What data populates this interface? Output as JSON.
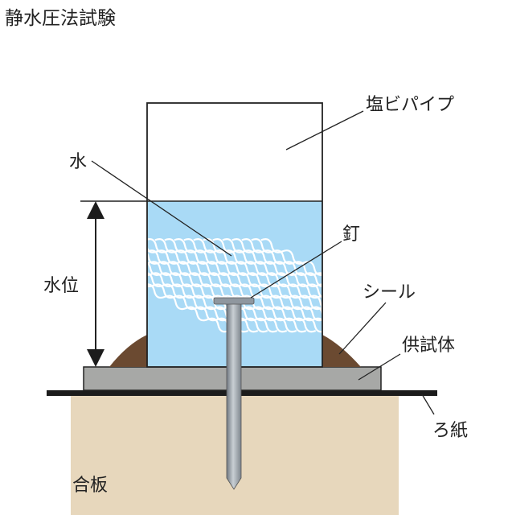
{
  "title": "静水圧法試験",
  "labels": {
    "pipe": "塩ビパイプ",
    "water": "水",
    "nail": "釘",
    "water_level": "水位",
    "seal": "シール",
    "specimen": "供試体",
    "filter_paper": "ろ紙",
    "plywood": "合板"
  },
  "colors": {
    "water": "#a9daf6",
    "wave": "#ffffff",
    "sealant": "#6b4a31",
    "specimen": "#a7a8a6",
    "plywood": "#e7d7bc",
    "nail": "#9aa3ab",
    "line": "#222222"
  }
}
